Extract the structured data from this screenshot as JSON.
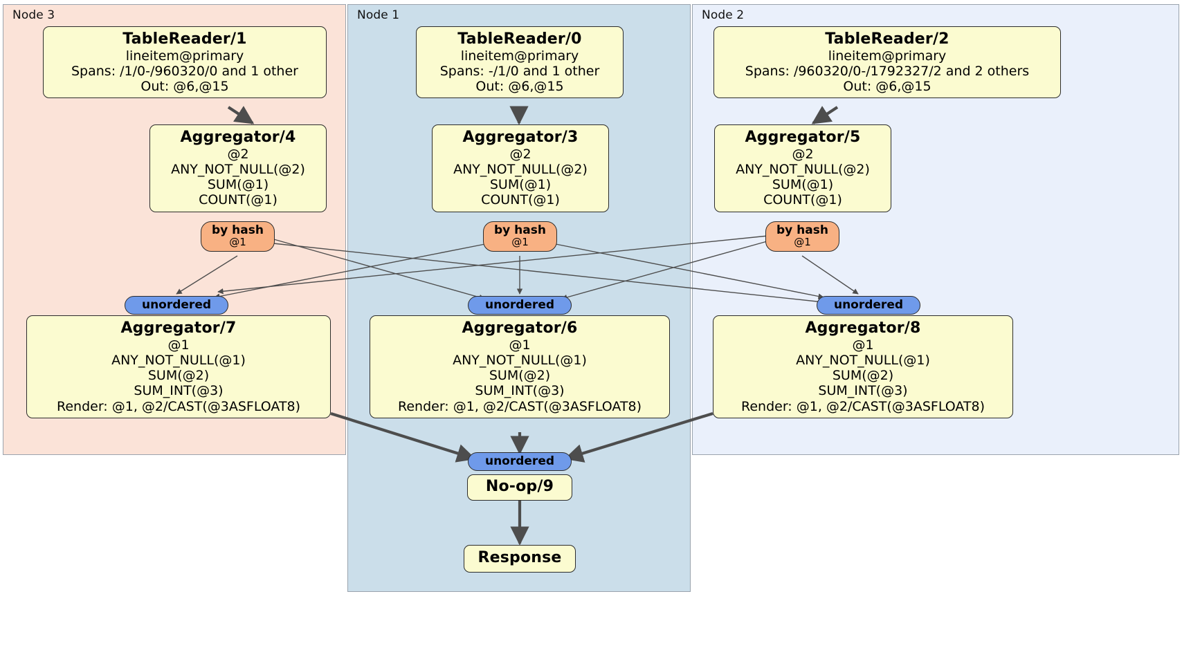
{
  "diagram": {
    "type": "distributed-query-plan",
    "panels": [
      {
        "id": "node3",
        "label": "Node 3",
        "accent": "#fbe3d8"
      },
      {
        "id": "node1",
        "label": "Node 1",
        "accent": "#cbdeea"
      },
      {
        "id": "node2",
        "label": "Node 2",
        "accent": "#eaf0fb"
      }
    ],
    "colors": {
      "processor_fill": "#fbfbd0",
      "hash_router_fill": "#f8b183",
      "unordered_sync_fill": "#6f9aea",
      "node3_fill": "#fbe3d8",
      "node1_fill": "#cbdeea",
      "node2_fill": "#eaf0fb",
      "stroke": "#2b2b2b"
    },
    "processors": {
      "table_reader_1": {
        "title": "TableReader/1",
        "lines": [
          "lineitem@primary",
          "Spans: /1/0-/960320/0 and 1 other",
          "Out: @6,@15"
        ]
      },
      "table_reader_0": {
        "title": "TableReader/0",
        "lines": [
          "lineitem@primary",
          "Spans: -/1/0 and 1 other",
          "Out: @6,@15"
        ]
      },
      "table_reader_2": {
        "title": "TableReader/2",
        "lines": [
          "lineitem@primary",
          "Spans: /960320/0-/1792327/2 and 2 others",
          "Out: @6,@15"
        ]
      },
      "aggregator_4": {
        "title": "Aggregator/4",
        "lines": [
          "@2",
          "ANY_NOT_NULL(@2)",
          "SUM(@1)",
          "COUNT(@1)"
        ]
      },
      "aggregator_3": {
        "title": "Aggregator/3",
        "lines": [
          "@2",
          "ANY_NOT_NULL(@2)",
          "SUM(@1)",
          "COUNT(@1)"
        ]
      },
      "aggregator_5": {
        "title": "Aggregator/5",
        "lines": [
          "@2",
          "ANY_NOT_NULL(@2)",
          "SUM(@1)",
          "COUNT(@1)"
        ]
      },
      "aggregator_7": {
        "title": "Aggregator/7",
        "lines": [
          "@1",
          "ANY_NOT_NULL(@1)",
          "SUM(@2)",
          "SUM_INT(@3)",
          "Render: @1, @2/CAST(@3ASFLOAT8)"
        ]
      },
      "aggregator_6": {
        "title": "Aggregator/6",
        "lines": [
          "@1",
          "ANY_NOT_NULL(@1)",
          "SUM(@2)",
          "SUM_INT(@3)",
          "Render: @1, @2/CAST(@3ASFLOAT8)"
        ]
      },
      "aggregator_8": {
        "title": "Aggregator/8",
        "lines": [
          "@1",
          "ANY_NOT_NULL(@1)",
          "SUM(@2)",
          "SUM_INT(@3)",
          "Render: @1, @2/CAST(@3ASFLOAT8)"
        ]
      },
      "noop_9": {
        "title": "No-op/9",
        "lines": []
      },
      "response": {
        "title": "Response",
        "lines": []
      }
    },
    "routers": {
      "hash_left": {
        "label": "by hash",
        "column": "@1"
      },
      "hash_center": {
        "label": "by hash",
        "column": "@1"
      },
      "hash_right": {
        "label": "by hash",
        "column": "@1"
      }
    },
    "synchronizers": {
      "sync_left": {
        "label": "unordered"
      },
      "sync_center": {
        "label": "unordered"
      },
      "sync_right": {
        "label": "unordered"
      },
      "sync_final": {
        "label": "unordered"
      }
    }
  }
}
